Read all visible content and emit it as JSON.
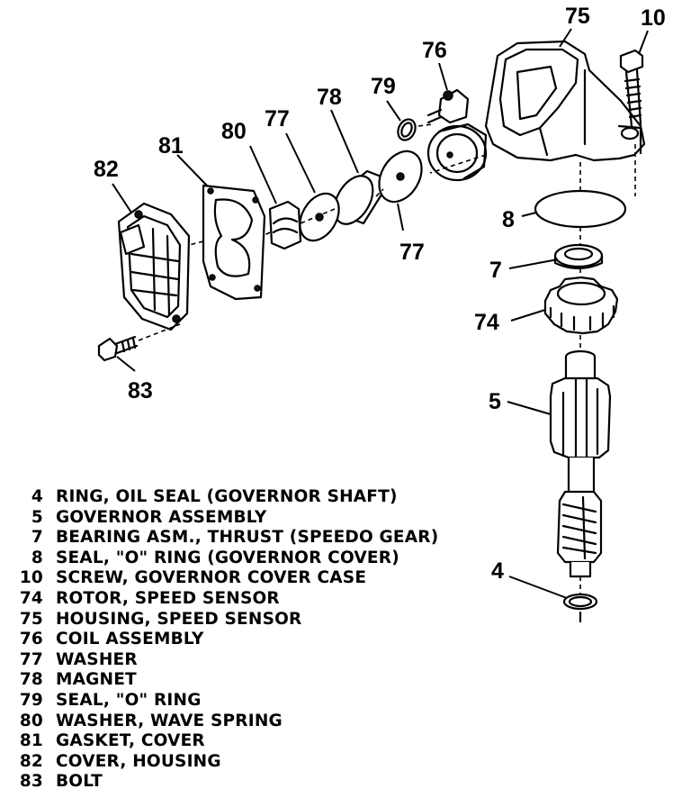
{
  "callouts": {
    "c75": "75",
    "c10": "10",
    "c76": "76",
    "c79": "79",
    "c78": "78",
    "c77a": "77",
    "c80": "80",
    "c81": "81",
    "c82": "82",
    "c8": "8",
    "c77b": "77",
    "c7": "7",
    "c74": "74",
    "c5": "5",
    "c83": "83",
    "c4": "4"
  },
  "legend": [
    {
      "num": "4",
      "desc": "RING, OIL SEAL (GOVERNOR SHAFT)"
    },
    {
      "num": "5",
      "desc": "GOVERNOR ASSEMBLY"
    },
    {
      "num": "7",
      "desc": "BEARING ASM., THRUST (SPEEDO GEAR)"
    },
    {
      "num": "8",
      "desc": "SEAL, \"O\" RING (GOVERNOR COVER)"
    },
    {
      "num": "10",
      "desc": "SCREW, GOVERNOR COVER CASE"
    },
    {
      "num": "74",
      "desc": "ROTOR, SPEED SENSOR"
    },
    {
      "num": "75",
      "desc": "HOUSING, SPEED SENSOR"
    },
    {
      "num": "76",
      "desc": "COIL ASSEMBLY"
    },
    {
      "num": "77",
      "desc": "WASHER"
    },
    {
      "num": "78",
      "desc": "MAGNET"
    },
    {
      "num": "79",
      "desc": "SEAL, \"O\" RING"
    },
    {
      "num": "80",
      "desc": "WASHER, WAVE SPRING"
    },
    {
      "num": "81",
      "desc": "GASKET, COVER"
    },
    {
      "num": "82",
      "desc": "COVER, HOUSING"
    },
    {
      "num": "83",
      "desc": "BOLT"
    }
  ]
}
